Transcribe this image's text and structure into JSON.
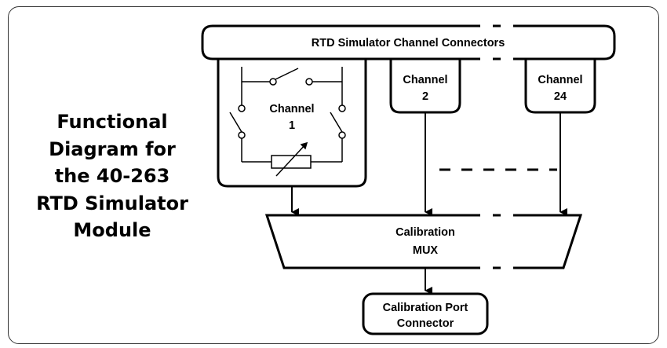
{
  "title_lines": [
    "Functional",
    "Diagram for",
    "the 40-263",
    "RTD Simulator",
    "Module"
  ],
  "connectors_label": "RTD Simulator Channel Connectors",
  "channels": [
    {
      "line1": "Channel",
      "line2": "1"
    },
    {
      "line1": "Channel",
      "line2": "2"
    },
    {
      "line1": "Channel",
      "line2": "24"
    }
  ],
  "mux_label": {
    "line1": "Calibration",
    "line2": "MUX"
  },
  "port_label": {
    "line1": "Calibration Port",
    "line2": "Connector"
  },
  "colors": {
    "line": "#000000",
    "frame": "#333333",
    "background": "#ffffff"
  }
}
